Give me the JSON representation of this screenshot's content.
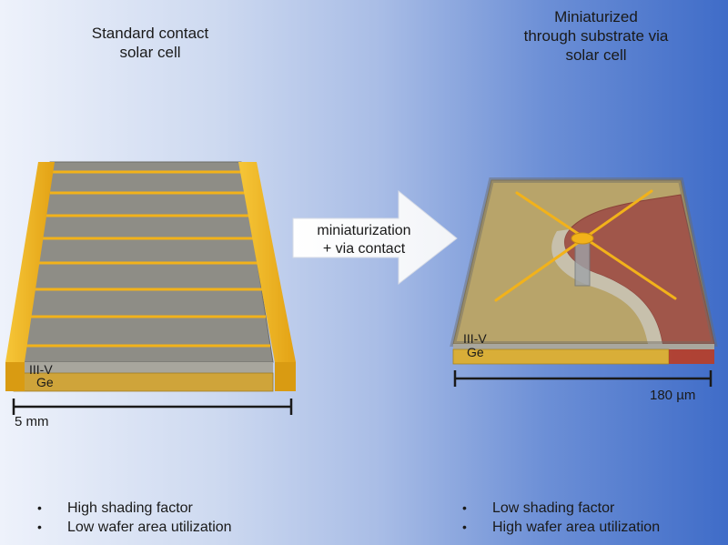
{
  "left_panel": {
    "title": "Standard contact\nsolar cell",
    "layer_top": "III-V",
    "layer_bottom": "Ge",
    "scale": "5 mm",
    "bullets": [
      "High shading factor",
      "Low wafer area utilization"
    ]
  },
  "right_panel": {
    "title": "Miniaturized\nthrough substrate via\nsolar cell",
    "layer_top": "III-V",
    "layer_bottom": "Ge",
    "scale": "180 µm",
    "bullets": [
      "Low shading factor",
      "High wafer area utilization"
    ]
  },
  "arrow": {
    "label_line1": "miniaturization",
    "label_line2": "+ via contact"
  },
  "colors": {
    "gold": "#f2b21a",
    "grey_cell": "#8e8d86",
    "ge_layer": "#cfa43a",
    "via_region": "#a0564a",
    "contact_red": "#c23a1a"
  }
}
